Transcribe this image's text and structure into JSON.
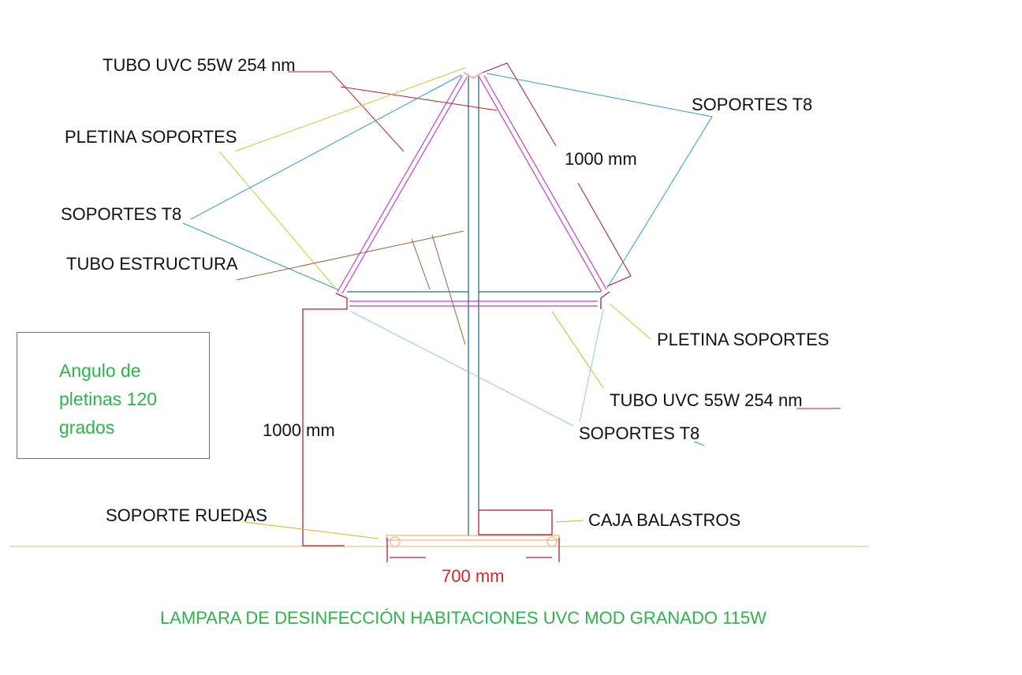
{
  "labels": {
    "tubo_uvc_top": "TUBO UVC 55W 254 nm",
    "pletina_top": "PLETINA SOPORTES",
    "soportes_t8_left": "SOPORTES T8",
    "tubo_estructura": "TUBO ESTRUCTURA",
    "soportes_t8_top_right": "SOPORTES T8",
    "dim_arm": "1000 mm",
    "pletina_right": "PLETINA SOPORTES",
    "tubo_uvc_bottom": "TUBO UVC 55W 254 nm",
    "soportes_t8_bottom": "SOPORTES T8",
    "dim_height": "1000 mm",
    "soporte_ruedas": "SOPORTE RUEDAS",
    "caja_balastros": "CAJA BALASTROS",
    "dim_base": "700 mm"
  },
  "note": "Angulo de pletinas 120 grados",
  "title": "LAMPARA DE DESINFECCIÓN HABITACIONES UVC MOD GRANADO 115W",
  "colors": {
    "tube": "#c040c8",
    "frame": "#2f6a8a",
    "dim": "#b0213a",
    "leader_yellow": "#c8c830",
    "leader_blue": "#2a9ad0",
    "leader_brown": "#a0603a",
    "title": "#2db34a"
  }
}
